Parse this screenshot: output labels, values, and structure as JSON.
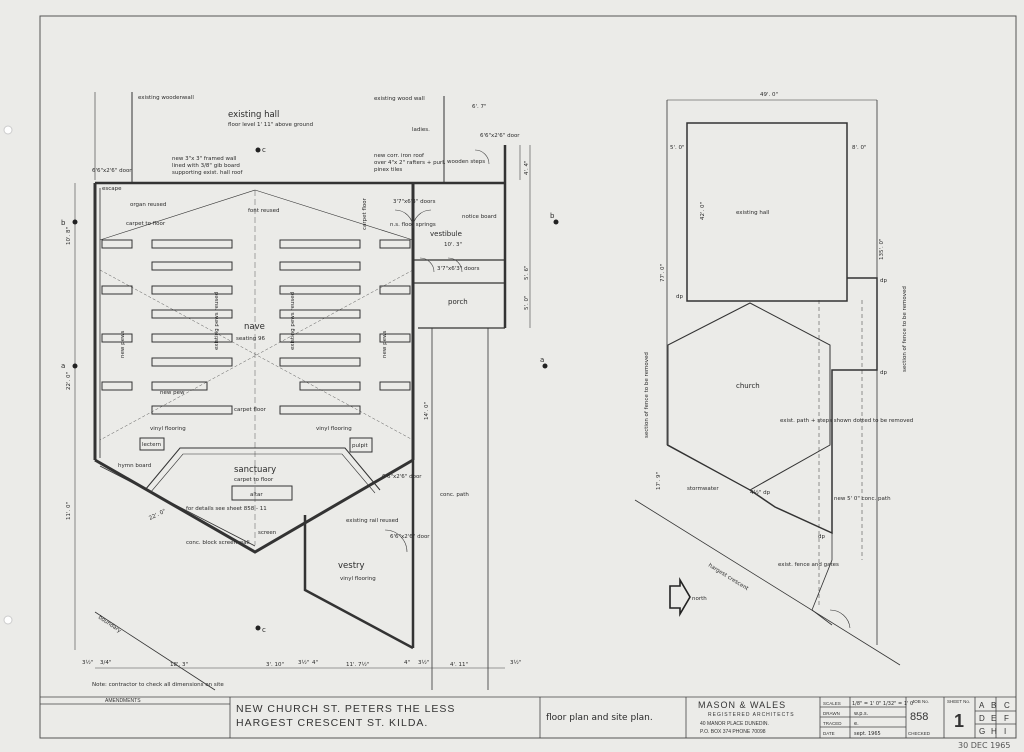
{
  "plan": {
    "existing_woodenwall": "existing woodenwall",
    "existing_hall": "existing  hall",
    "floor_level": "floor level 1' 11\" above ground",
    "existing_wood_wall": "existing wood wall",
    "ladies": "ladies.",
    "new_framed_wall": "new 3\"x 3\" framed wall",
    "lined_with": "lined with 3/8\" gib board",
    "supporting": "supporting exist. hall roof",
    "new_corr_iron": "new corr. iron roof",
    "over_rafters": "over 4\"x 2\" rafters + purl.",
    "pinex_tiles": "pinex tiles",
    "wooden_steps": "wooden steps",
    "escape": "escape",
    "organ_reused": "organ reused",
    "font_reused": "font reused",
    "carpet_to_floor": "carpet to floor",
    "carpet_floor_side": "carpet floor",
    "vestibule": "vestibule",
    "vestibule_dim": "10'. 3\"",
    "notice_board": "notice board",
    "porch": "porch",
    "nave": "nave",
    "seating": "seating 96",
    "existing_pews": "existing pews reused",
    "new_pews": "new pews",
    "new_pew": "new pew",
    "carpet_floor": "carpet floor",
    "vinyl_flooring_l": "vinyl flooring",
    "vinyl_flooring_r": "vinyl flooring",
    "lectern": "lectern",
    "pulpit": "pulpit",
    "hymn_board": "hymn board",
    "sanctuary": "sanctuary",
    "carpet_to_floor_s": "carpet to floor",
    "altar": "altar",
    "for_details": "for details see sheet 858 - 11",
    "screen": "screen",
    "conc_block": "conc. block screen wall",
    "existing_rail": "existing rail reused",
    "vestry": "vestry",
    "vinyl_flooring_v": "vinyl flooring",
    "conc_path": "conc. path",
    "boundary": "boundary",
    "door1": "6'6\"x2'6\" door",
    "door2": "6'6\"x2'6\" door",
    "door3": "6'6\"x2'6\" door",
    "door4": "6'6\"x2'6\" door",
    "doors1": "3'7\"x6'3\" doors",
    "doors2": "3'7\"x6'3\" doors",
    "floor_springs": "n.s. floor springs",
    "dim_6_7": "6'. 7\"",
    "dim_22_0": "22'. 0\"",
    "dim_10_8": "10'. 8\"",
    "dim_14_0": "14'. 0\"",
    "dim_11_0": "11'. 0\"",
    "dim_22_0b": "22'. 0\"",
    "dim_5_0": "5'. 0\"",
    "dim_5_6": "5'. 6\"",
    "dim_4_4": "4'. 4\"",
    "bottom_dims": [
      "3½\"",
      "3/4\"",
      "18'. 3\"",
      "3'. 10\"",
      "3½\"",
      "4\"",
      "11'. 7½\"",
      "4\"",
      "3½\"",
      "4'. 11\"",
      "3½\""
    ],
    "section_a": "a",
    "section_b": "b",
    "section_c": "c",
    "note": "Note: contractor to check all dimensions on site"
  },
  "site": {
    "width": "49'. 0\"",
    "existing_hall": "existing hall",
    "dim_42": "42'. 0\"",
    "dim_8": "8'. 0\"",
    "dim_5": "5'. 0\"",
    "dim_135": "135'. 0\"",
    "dim_77": "77'. 0\"",
    "church": "church",
    "section_fence_l": "section of fence to be removed",
    "section_fence_r": "section of fence to be removed",
    "exist_path": "exist. path + steps shown dotted to be removed",
    "stormwater": "stormwater",
    "dp": "dp",
    "dp2": "dp",
    "dp3": "dp",
    "dp4": "dp",
    "cp": "4½\" dp",
    "new_path": "new 5' 0\" conc. path",
    "exist_fence": "exist. fence and gates",
    "hargest_crescent": "hargest crescent",
    "north": "north",
    "dim_17": "17'. 9\""
  },
  "titleblock": {
    "amendments": "AMENDMENTS",
    "title_line1": "NEW CHURCH   ST. PETERS  THE  LESS",
    "title_line2": "HARGEST  CRESCENT        ST. KILDA.",
    "drawing": "floor  plan  and  site  plan.",
    "firm": "MASON  &  WALES",
    "firm_sub": "REGISTERED  ARCHITECTS",
    "address1": "40 MANOR PLACE  DUNEDIN.",
    "address2": "P.O. BOX 374      PHONE 70098",
    "scales_label": "SCALES",
    "scales_value": "1/8\" = 1' 0\"   1/32\" = 1' 0\"",
    "drawn_label": "DRAWN",
    "drawn_value": "w.p.s.",
    "traced_label": "TRACED",
    "traced_value": "e.",
    "date_label": "DATE",
    "date_value": "sept.  1965",
    "checked_label": "CHECKED",
    "job_label": "JOB No.",
    "job_value": "858",
    "sheet_label": "SHEET No.",
    "sheet_value": "1",
    "grid": [
      "A",
      "B",
      "C",
      "D",
      "E",
      "F",
      "G",
      "H",
      "I"
    ],
    "stamp": "30 DEC 1965"
  }
}
